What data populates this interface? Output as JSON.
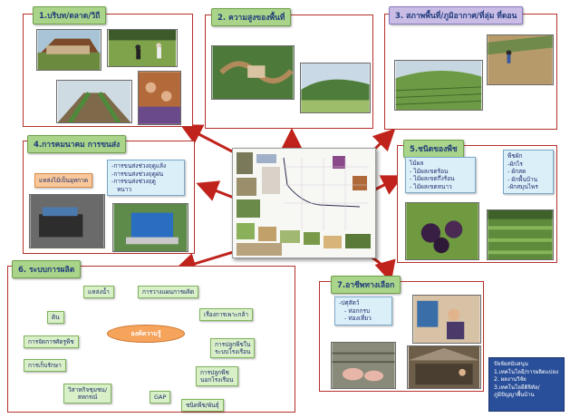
{
  "sections": {
    "s1": {
      "title": "1.บริบท/ตลาด/วิถี"
    },
    "s2": {
      "title": "2. ความสูงของพื้นที่"
    },
    "s3": {
      "title": "3. สภาพพื้นที่/ภูมิอากาศ/ที่ลุ่ม ที่ดอน"
    },
    "s4": {
      "title": "4.การคมนาคม การขนส่ง",
      "label": "แหล่งไม้เป็นอุทกาค",
      "items": [
        "-การขนส่งช่วงฤดูแล้ง",
        "-การขนส่งช่วงฤดูฝน",
        "-การขนส่งช่วงฤดู",
        "หนาว"
      ]
    },
    "s5": {
      "title": "5.ชนิดของพืช",
      "fruit_box": [
        "ไม้ผล",
        "- ไม้ผลเขตร้อน",
        "- ไม้ผลเขตกึ่งร้อน",
        "- ไม้ผลเขตหนาว"
      ],
      "veg_box": [
        "พืชผัก",
        "-ผักไร",
        "- ผักสด",
        "- ผักพื้นบ้าน",
        "-ผักสมุนไพร"
      ]
    },
    "s6": {
      "title": "6. ระบบการผลิต",
      "hub": "องค์ความรู้",
      "items": [
        "แหล่งน้ำ",
        "การวางแผนการผลิต",
        "ดิน",
        "เรื่องการเพาะกล้า",
        "การจัดการศัตรูพืช",
        "การปลูกพืชใน",
        "ระบบโรงเรือน",
        "การเก็บรักษา",
        "การปลูกพืช",
        "นอกโรงเรือน",
        "วิสาหกิจชุมชน/",
        "สหกรณ์",
        "GAP",
        "ชนิดพืช/พันธุ์"
      ]
    },
    "s7": {
      "title": "7.อาชีพทางเลือก",
      "items": [
        "-ปศุสัตว์",
        "- ห่อกกรบ",
        "- ท่องเที่ยว"
      ]
    }
  },
  "support": {
    "lines": [
      "ปัจจัยสนับสนุน",
      "1.เทคโนโลยี/การผลิตแปลง",
      "2. ผลงานวิจัย",
      "3.เทคโนโลยีดิจิทัล/",
      "ภูมิปัญญาพื้นบ้าน"
    ]
  },
  "colors": {
    "frame": "#b5302a",
    "arrow": "#c0231c",
    "title_green": "#a9d48a",
    "title_purple": "#c9bde6",
    "hub": "#f6a35c"
  }
}
